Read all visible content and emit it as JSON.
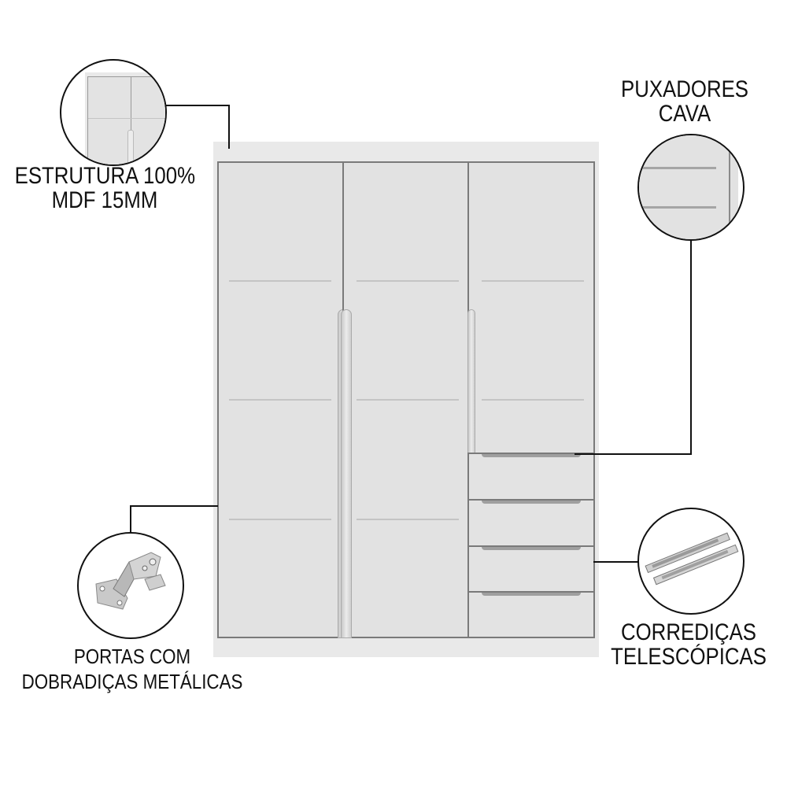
{
  "product": {
    "type": "wardrobe",
    "doors": 3,
    "drawers": 4,
    "color": "#e3e3e3"
  },
  "callouts": {
    "structure": {
      "line1": "ESTRUTURA 100%",
      "line2": "MDF 15MM",
      "icon": "wardrobe-corner-detail"
    },
    "handles": {
      "line1": "PUXADORES",
      "line2": "CAVA",
      "icon": "cava-handle-detail"
    },
    "hinges": {
      "line1": "PORTAS COM",
      "line2": "DOBRADIÇAS METÁLICAS",
      "icon": "metal-hinge"
    },
    "slides": {
      "line1": "CORREDIÇAS",
      "line2": "TELESCÓPICAS",
      "icon": "telescopic-slides"
    }
  },
  "colors": {
    "text": "#111111",
    "panel": "#e2e2e2",
    "edge": "#7a7a7a",
    "background": "#ffffff"
  }
}
